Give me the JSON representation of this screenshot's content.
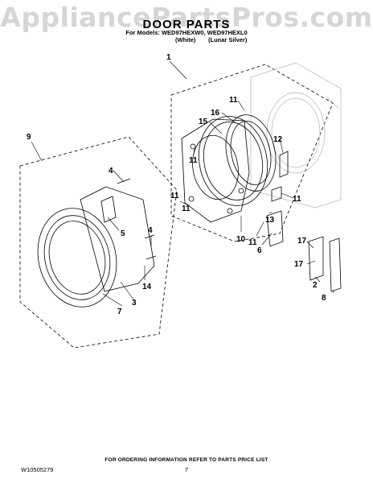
{
  "watermark": "AppliancePartsPros.com",
  "title": "DOOR PARTS",
  "models_line": "For Models: WED97HEXW0, WED97HEXL0",
  "color_white": "(White)",
  "color_silver": "(Lunar Silver)",
  "callouts": [
    "1",
    "2",
    "3",
    "4",
    "4",
    "5",
    "6",
    "7",
    "8",
    "9",
    "10",
    "11",
    "11",
    "11",
    "11",
    "11",
    "11",
    "12",
    "13",
    "14",
    "15",
    "16",
    "17",
    "17"
  ],
  "footer_note": "FOR ORDERING INFORMATION REFER TO PARTS PRICE LIST",
  "doc_number": "W10505279",
  "page_number": "7"
}
